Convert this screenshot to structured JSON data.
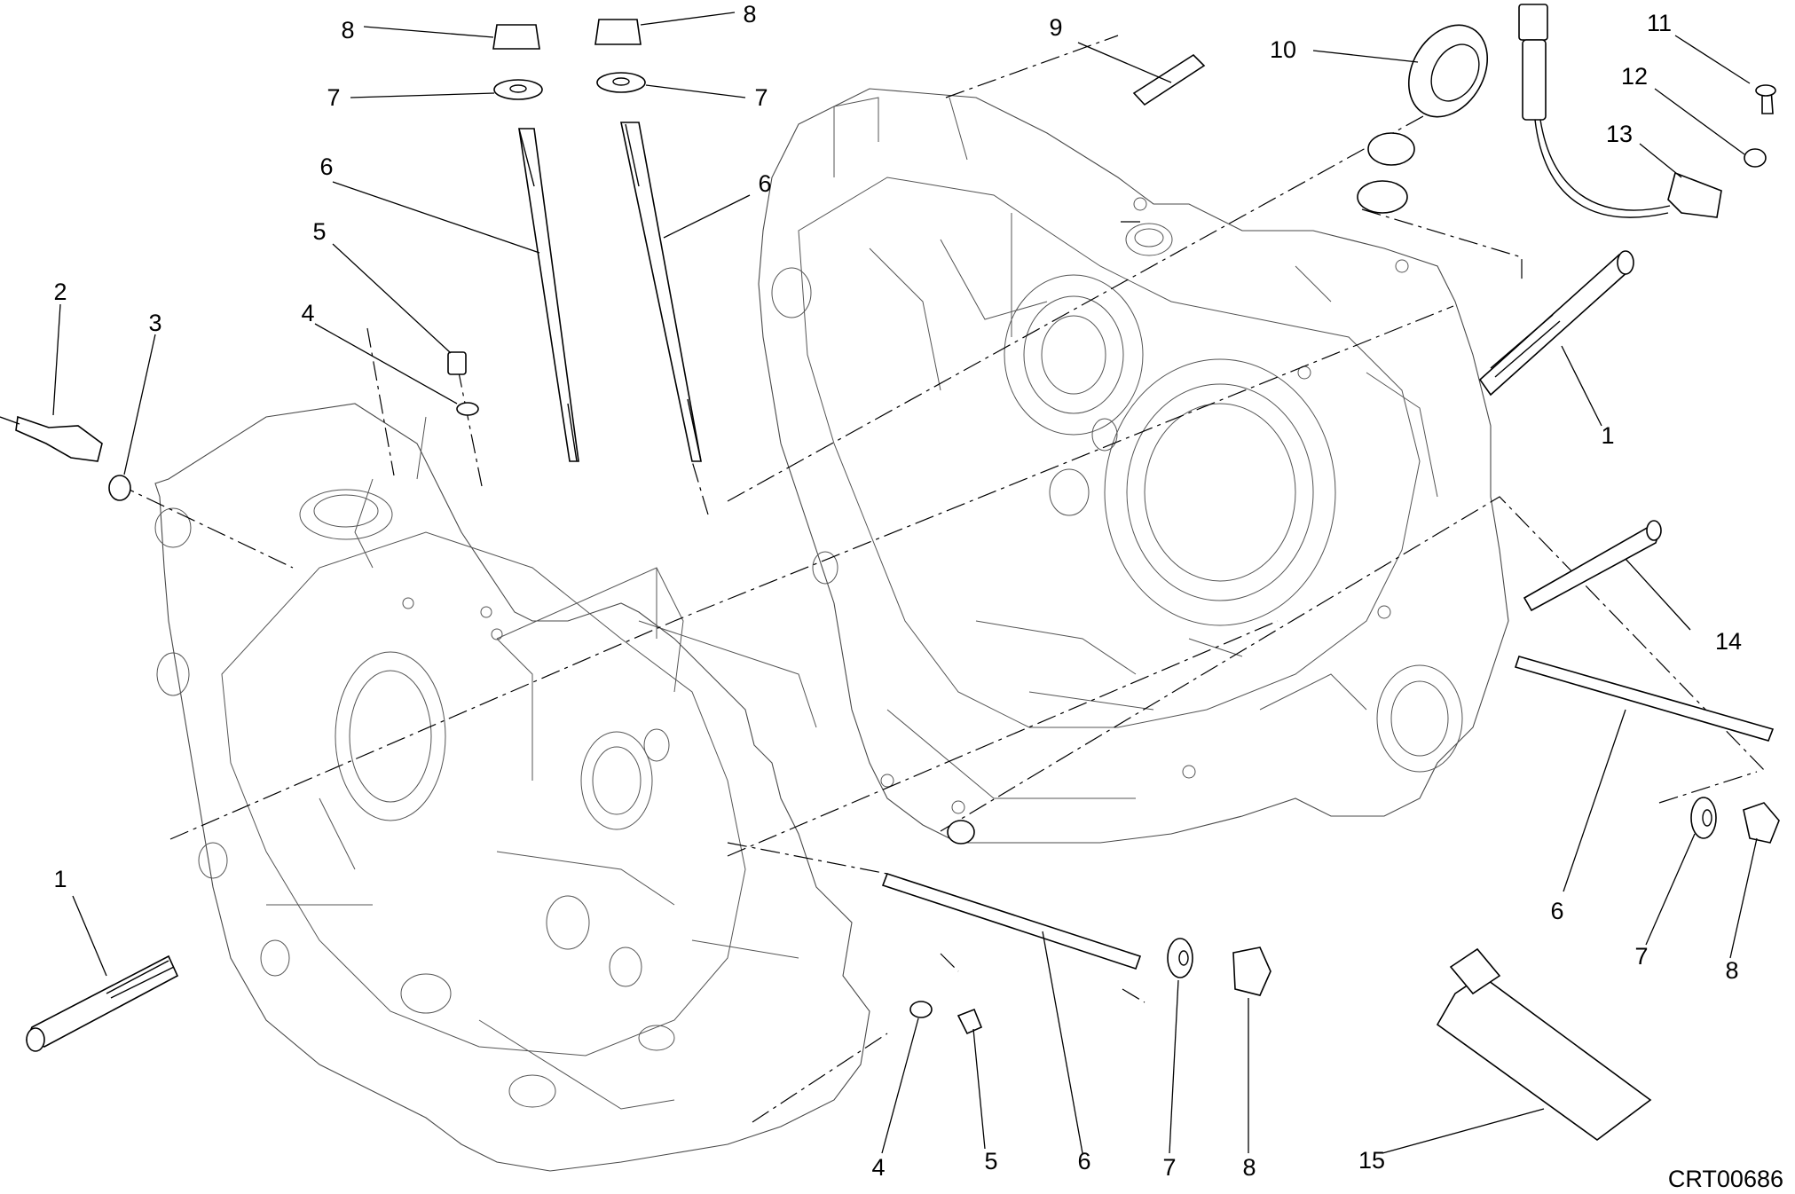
{
  "drawing_code": "CRT00686",
  "callouts": [
    {
      "label": "1"
    },
    {
      "label": "1"
    },
    {
      "label": "2"
    },
    {
      "label": "3"
    },
    {
      "label": "4"
    },
    {
      "label": "4"
    },
    {
      "label": "5"
    },
    {
      "label": "5"
    },
    {
      "label": "6"
    },
    {
      "label": "6"
    },
    {
      "label": "6"
    },
    {
      "label": "6"
    },
    {
      "label": "7"
    },
    {
      "label": "7"
    },
    {
      "label": "7"
    },
    {
      "label": "7"
    },
    {
      "label": "8"
    },
    {
      "label": "8"
    },
    {
      "label": "8"
    },
    {
      "label": "8"
    },
    {
      "label": "9"
    },
    {
      "label": "10"
    },
    {
      "label": "11"
    },
    {
      "label": "12"
    },
    {
      "label": "13"
    },
    {
      "label": "14"
    },
    {
      "label": "15"
    }
  ]
}
